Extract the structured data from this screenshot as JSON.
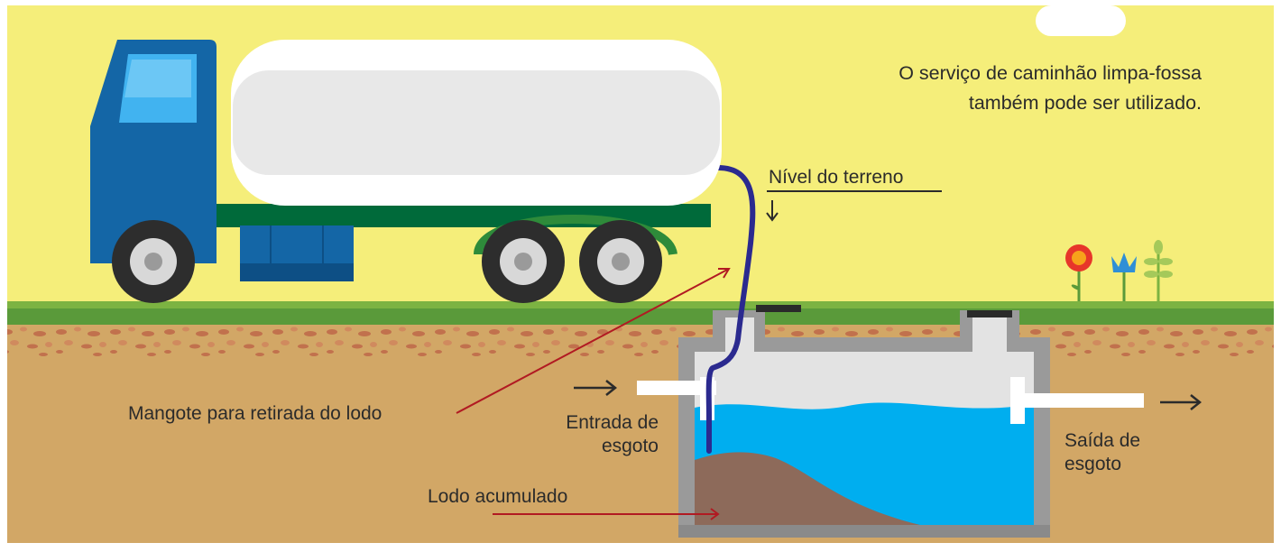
{
  "caption": {
    "line1": "O serviço de caminhão limpa-fossa",
    "line2": "também pode ser utilizado."
  },
  "labels": {
    "ground_level": "Nível do terreno",
    "hose": "Mangote para retirada do lodo",
    "inlet_line1": "Entrada de",
    "inlet_line2": "esgoto",
    "outlet_line1": "Saída de",
    "outlet_line2": "esgoto",
    "sludge": "Lodo acumulado"
  },
  "colors": {
    "sky": "#f5ee7a",
    "grass": "#5a9a3a",
    "soil": "#d2a766",
    "truck_cab": "#1466a6",
    "truck_tank": "#ffffff",
    "truck_chassis": "#006a3a",
    "tank_concrete": "#9a9a9a",
    "water": "#00aeef",
    "sludge": "#8d6a5a",
    "hose": "#2b2a8f",
    "pointer_red": "#b11a22"
  }
}
